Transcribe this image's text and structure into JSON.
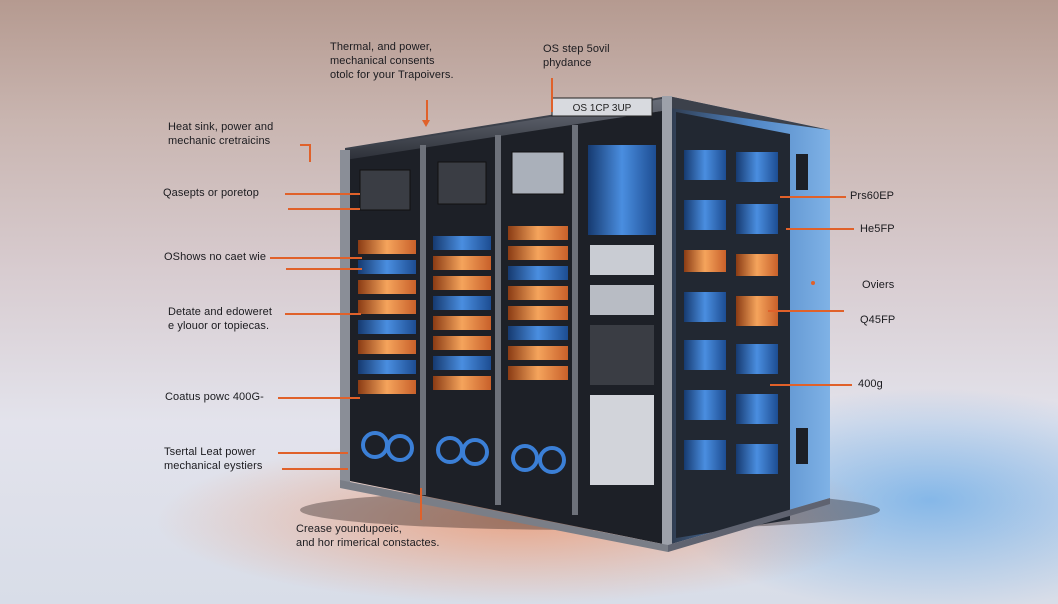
{
  "labels": {
    "top_center": [
      "Thermal, and power,",
      "mechanical consents",
      "otolc for your Trapoivers."
    ],
    "top_right": [
      "OS step 5ovil",
      "phydance"
    ],
    "left_1": [
      "Heat sink, power and",
      "mechanic cretraicins"
    ],
    "left_2": "Qasepts or poretop",
    "left_3": "OShows no caet wie",
    "left_4": [
      "Detate and edoweret",
      "e ylouor or topiecas."
    ],
    "left_5": "Coatus powc 400G-",
    "left_6": [
      "Tsertal Leat power",
      "mechanical eystiers"
    ],
    "bottom": [
      "Crease youndupoeic,",
      "and hor rimerical constactes."
    ],
    "right_1": "Prs60EP",
    "right_2": "He5FP",
    "right_3": "Oviers",
    "right_4": "Q45FP",
    "right_5": "400g"
  },
  "rack": {
    "top_badge": "OS 1CP 3UP",
    "side_text_1": "I|||||||||||",
    "side_text_2": "||||||||"
  },
  "colors": {
    "accent": "#e0612a",
    "rack_frame": "#2a2d35",
    "module_orange": "#f08a3c",
    "module_blue": "#2d6fc8",
    "side_panel": "#5f9ad6"
  }
}
